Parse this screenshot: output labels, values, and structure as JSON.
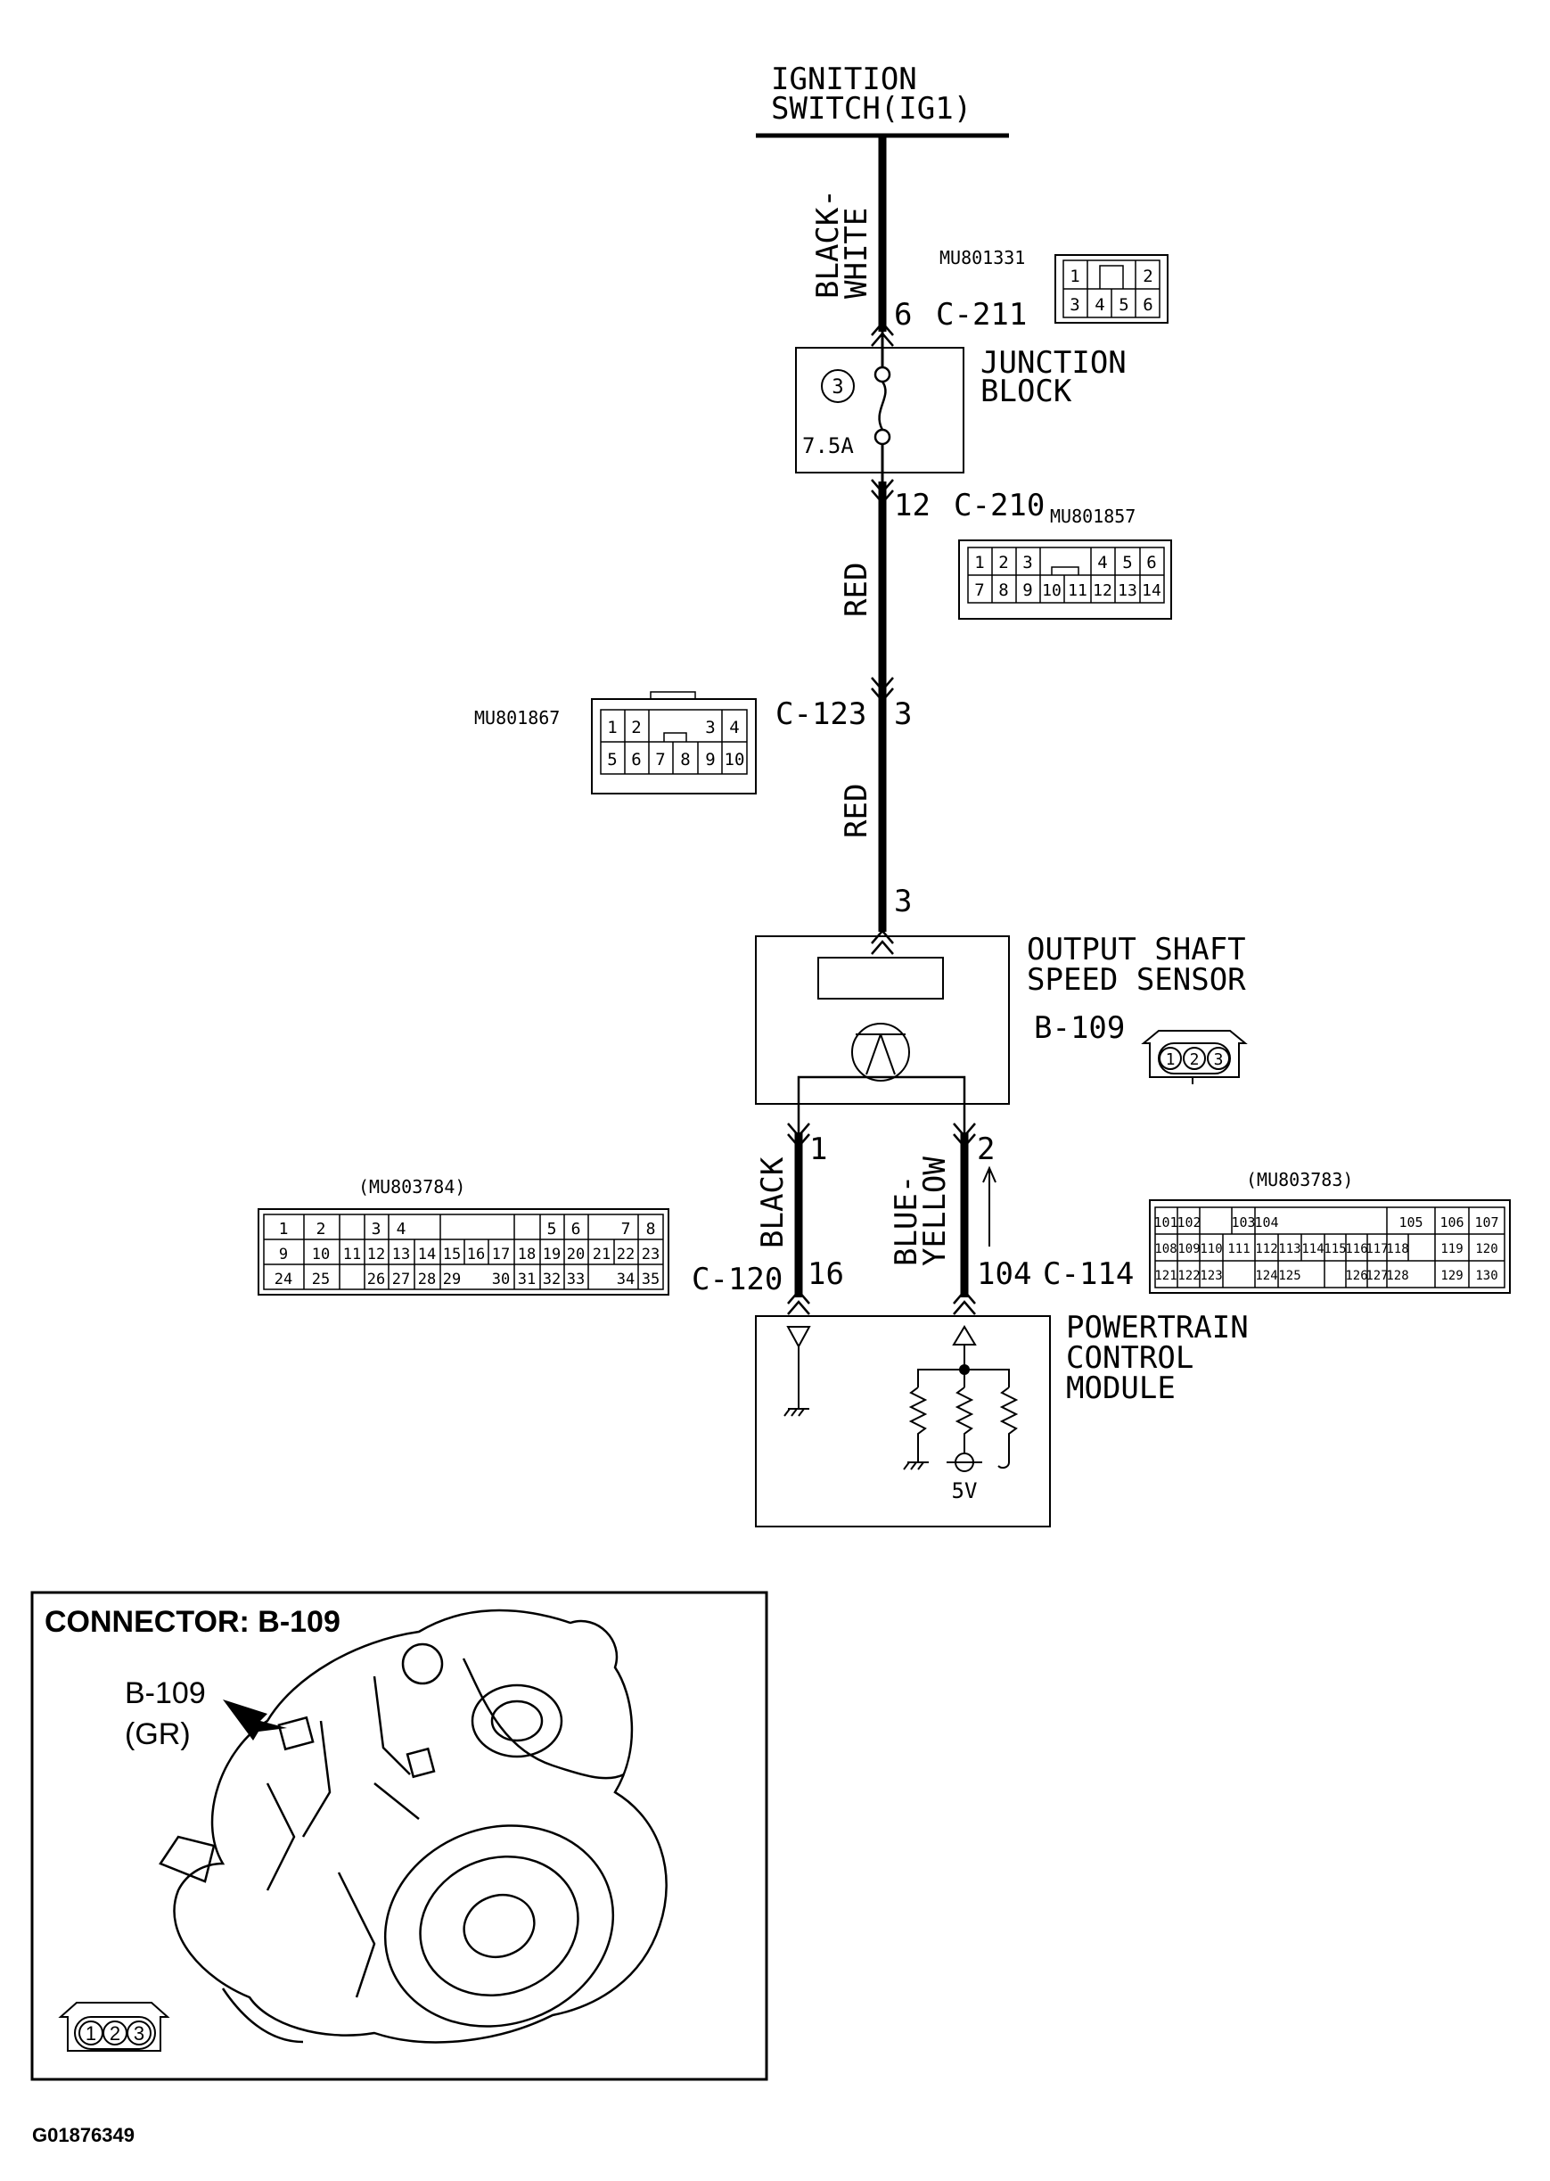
{
  "ignition_switch": {
    "line1": "IGNITION",
    "line2": "SWITCH(IG1)"
  },
  "wire_black_white": {
    "line1": "BLACK-",
    "line2": "WHITE"
  },
  "c211": {
    "pin": "6",
    "id": "C-211",
    "part": "MU801331",
    "rows": [
      [
        "1",
        "",
        "2"
      ],
      [
        "3",
        "4",
        "5",
        "6"
      ]
    ]
  },
  "junction_block": {
    "line1": "JUNCTION",
    "line2": "BLOCK",
    "fuse_no": "3",
    "fuse_rating": "7.5A"
  },
  "c210": {
    "pin": "12",
    "id": "C-210",
    "part": "MU801857",
    "row1": [
      "1",
      "2",
      "3",
      "4",
      "5",
      "6"
    ],
    "row2": [
      "7",
      "8",
      "9",
      "10",
      "11",
      "12",
      "13",
      "14"
    ]
  },
  "wire_red_1": "RED",
  "c123": {
    "id": "C-123",
    "pin": "3",
    "part": "MU801867",
    "row1": [
      "1",
      "2",
      "3",
      "4"
    ],
    "row2": [
      "5",
      "6",
      "7",
      "8",
      "9",
      "10"
    ]
  },
  "wire_red_2": "RED",
  "sensor_pin": "3",
  "sensor": {
    "line1": "OUTPUT SHAFT",
    "line2": "SPEED SENSOR",
    "id": "B-109",
    "pins": [
      "1",
      "2",
      "3"
    ]
  },
  "pin_black": "1",
  "pin_blue_yellow": "2",
  "wire_black": "BLACK",
  "wire_blue_yellow": {
    "line1": "BLUE-",
    "line2": "YELLOW"
  },
  "c120": {
    "id": "C-120",
    "pin": "16",
    "part": "(MU803784)",
    "row1": [
      "1",
      "2",
      "3",
      "4",
      "5",
      "6",
      "7",
      "8"
    ],
    "row2": [
      "9",
      "10",
      "11",
      "12",
      "13",
      "14",
      "15",
      "16",
      "17",
      "18",
      "19",
      "20",
      "21",
      "22",
      "23"
    ],
    "row3": [
      "24",
      "25",
      "26",
      "27",
      "28",
      "29",
      "30",
      "31",
      "32",
      "33",
      "34",
      "35"
    ]
  },
  "c114": {
    "id": "C-114",
    "pin": "104",
    "part": "(MU803783)",
    "row1": [
      "101",
      "102",
      "103",
      "104",
      "105",
      "106",
      "107"
    ],
    "row2": [
      "108",
      "109",
      "110",
      "111",
      "112",
      "113",
      "114",
      "115",
      "116",
      "117",
      "118",
      "119",
      "120"
    ],
    "row3": [
      "121",
      "122",
      "123",
      "124",
      "125",
      "126",
      "127",
      "128",
      "129",
      "130"
    ]
  },
  "pcm": {
    "line1": "POWERTRAIN",
    "line2": "CONTROL",
    "line3": "MODULE",
    "voltage": "5V"
  },
  "connector_panel": {
    "title": "CONNECTOR: B-109",
    "callout_id": "B-109",
    "callout_color": "(GR)",
    "pins": [
      "1",
      "2",
      "3"
    ]
  },
  "figure_code": "G01876349"
}
